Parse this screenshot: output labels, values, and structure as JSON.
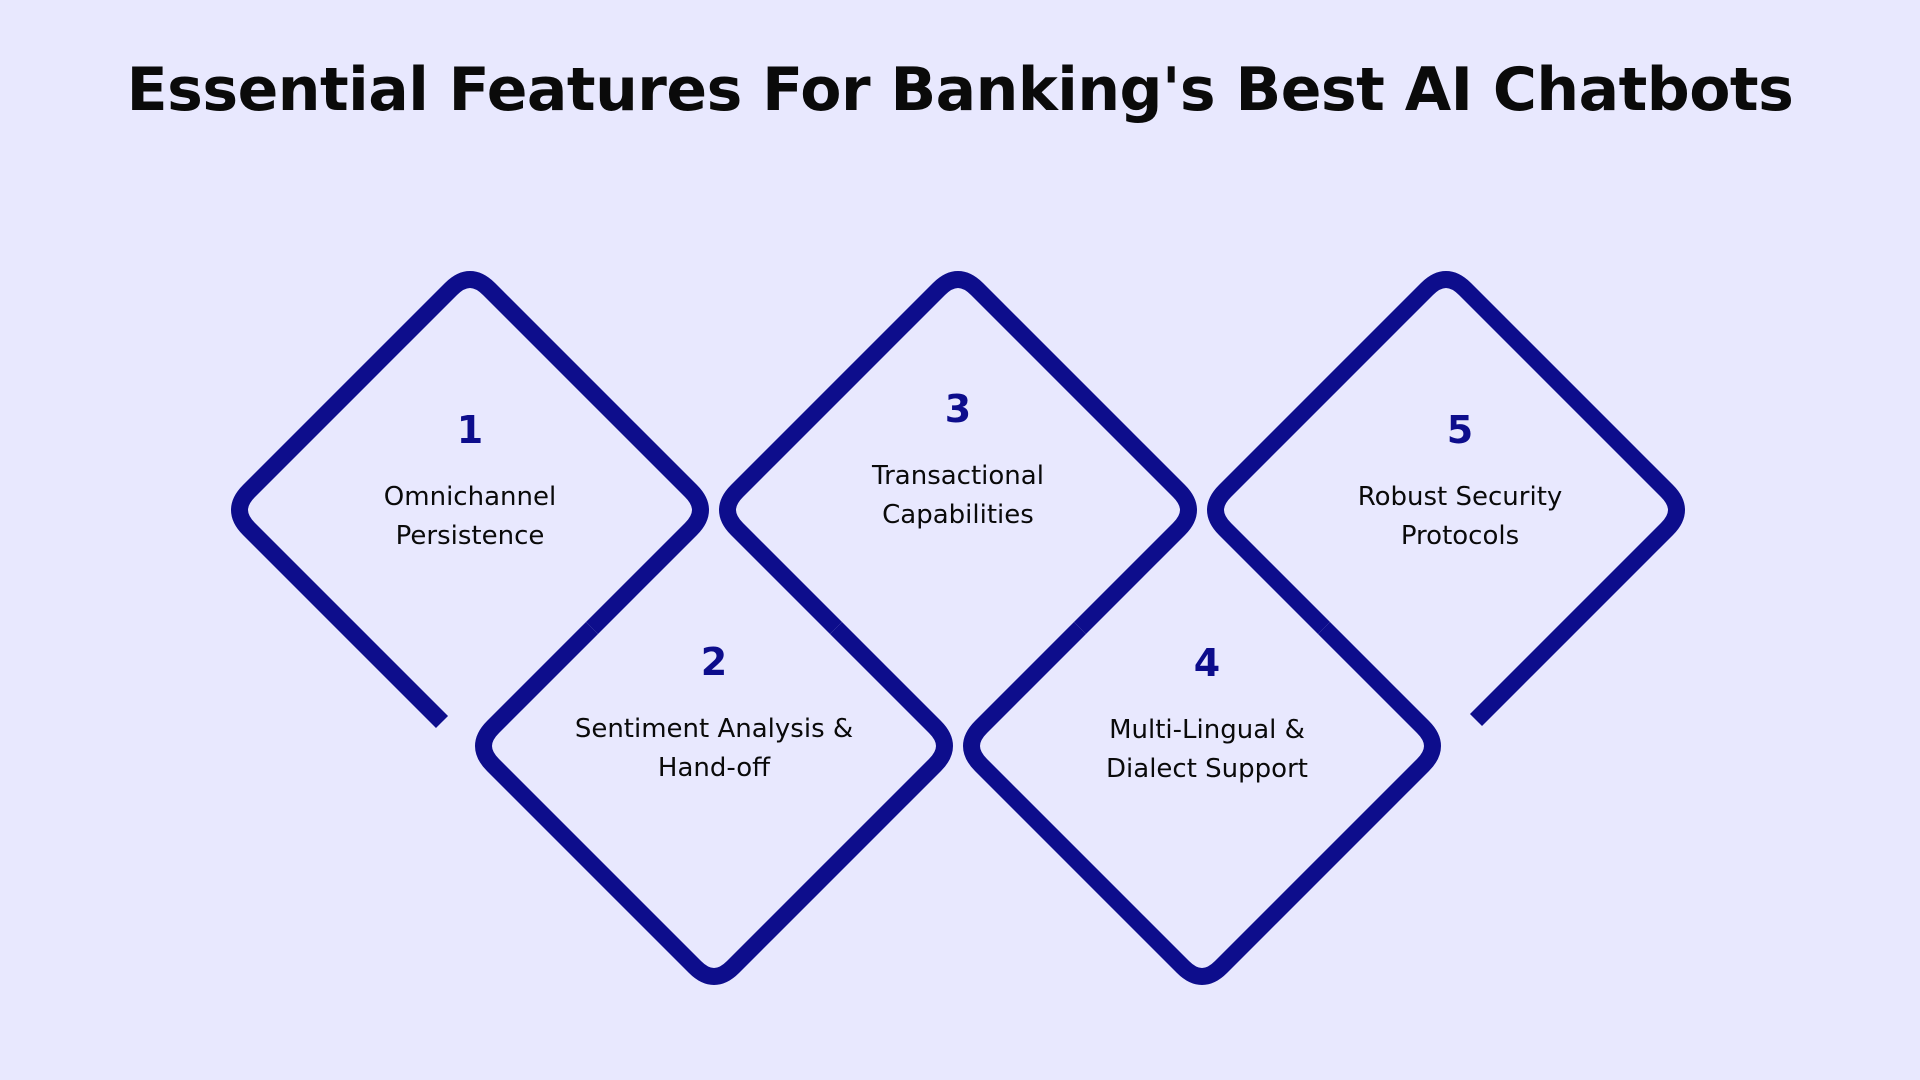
{
  "title": "Essential Features For Banking's Best AI Chatbots",
  "colors": {
    "background": "#e8e8fe",
    "accent": "#0d0d8c",
    "text": "#0a0a0a"
  },
  "items": [
    {
      "number": "1",
      "label_line1": "Omnichannel",
      "label_line2": "Persistence"
    },
    {
      "number": "2",
      "label_line1": "Sentiment Analysis &",
      "label_line2": "Hand-off"
    },
    {
      "number": "3",
      "label_line1": "Transactional",
      "label_line2": "Capabilities"
    },
    {
      "number": "4",
      "label_line1": "Multi-Lingual &",
      "label_line2": "Dialect Support"
    },
    {
      "number": "5",
      "label_line1": "Robust Security",
      "label_line2": "Protocols"
    }
  ]
}
